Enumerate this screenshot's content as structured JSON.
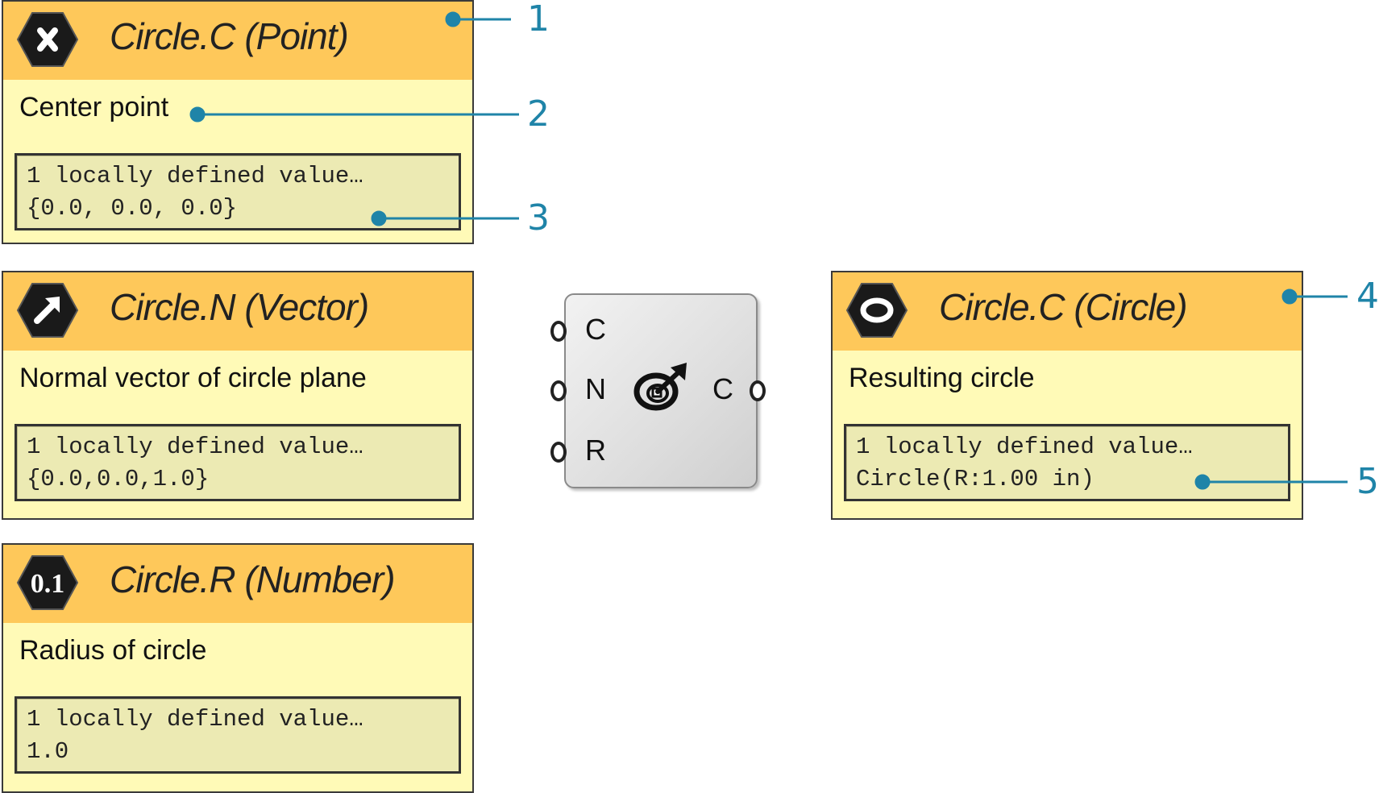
{
  "tooltips": [
    {
      "title": "Circle.C (Point)",
      "description": "Center point",
      "value_line1": "1 locally defined value…",
      "value_line2": "{0.0, 0.0, 0.0}",
      "icon": "point-param-icon"
    },
    {
      "title": "Circle.N (Vector)",
      "description": "Normal vector of circle plane",
      "value_line1": "1 locally defined value…",
      "value_line2": "{0.0,0.0,1.0}",
      "icon": "vector-param-icon"
    },
    {
      "title": "Circle.R (Number)",
      "description": "Radius of circle",
      "value_line1": "1 locally defined value…",
      "value_line2": "1.0",
      "icon": "number-param-icon",
      "icon_text": "0.1"
    },
    {
      "title": "Circle.C (Circle)",
      "description": "Resulting circle",
      "value_line1": "1 locally defined value…",
      "value_line2": "Circle(R:1.00 in)",
      "icon": "circle-param-icon"
    }
  ],
  "component": {
    "inputs": [
      "C",
      "N",
      "R"
    ],
    "output": "C",
    "icon": "circle-cnr-icon"
  },
  "callouts": [
    "1",
    "2",
    "3",
    "4",
    "5"
  ],
  "colors": {
    "header": "#fec85a",
    "body": "#fffab7",
    "value_box": "#eceab3",
    "callout": "#1f84a8"
  }
}
